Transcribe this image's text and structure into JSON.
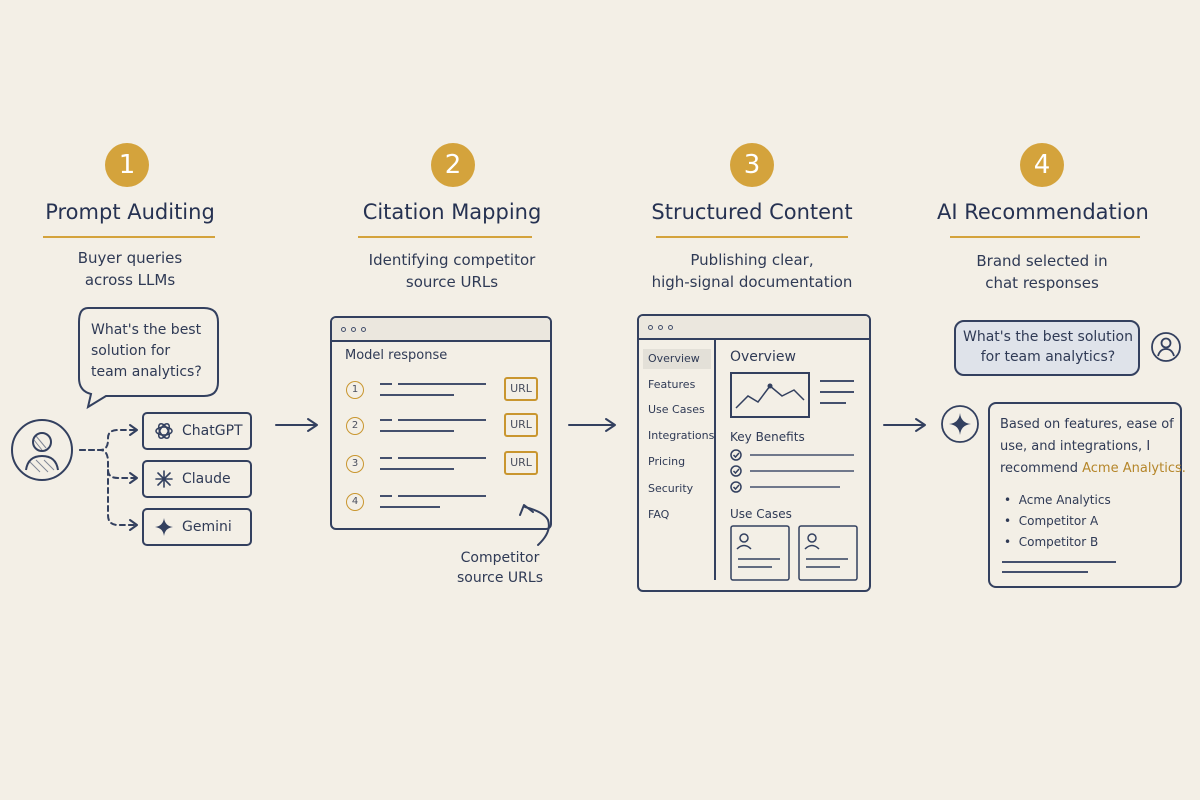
{
  "steps": [
    {
      "num": "1",
      "title": "Prompt Auditing",
      "subtitle_lines": [
        "Buyer queries",
        "across LLMs"
      ]
    },
    {
      "num": "2",
      "title": "Citation Mapping",
      "subtitle_lines": [
        "Identifying competitor",
        "source URLs"
      ]
    },
    {
      "num": "3",
      "title": "Structured Content",
      "subtitle_lines": [
        "Publishing clear,",
        "high-signal documentation"
      ]
    },
    {
      "num": "4",
      "title": "AI Recommendation",
      "subtitle_lines": [
        "Brand selected in",
        "chat responses"
      ]
    }
  ],
  "step1": {
    "bubble_lines": [
      "What's the best",
      "solution for",
      "team analytics?"
    ],
    "llms": [
      "ChatGPT",
      "Claude",
      "Gemini"
    ],
    "icons": [
      "user-icon",
      "openai-icon",
      "claude-icon",
      "gemini-icon"
    ]
  },
  "step2": {
    "window_title": "Model response",
    "items": [
      "1",
      "2",
      "3",
      "4"
    ],
    "url_label": "URL",
    "annotation_lines": [
      "Competitor",
      "source URLs"
    ]
  },
  "step3": {
    "nav": [
      "Overview",
      "Features",
      "Use Cases",
      "Integrations",
      "Pricing",
      "Security",
      "FAQ"
    ],
    "heading": "Overview",
    "benefits_heading": "Key Benefits",
    "usecases_heading": "Use Cases"
  },
  "step4": {
    "question_lines": [
      "What's the best solution",
      "for team analytics?"
    ],
    "answer_lines": [
      "Based on features, ease of",
      "use, and integrations, I"
    ],
    "answer_prefix": "recommend ",
    "answer_brand": "Acme Analytics.",
    "list": [
      "Acme Analytics",
      "Competitor A",
      "Competitor B"
    ]
  },
  "colors": {
    "accent": "#d4a33c",
    "ink": "#2a3550",
    "background": "#f3efe6",
    "bubble": "#dfe3ea"
  }
}
